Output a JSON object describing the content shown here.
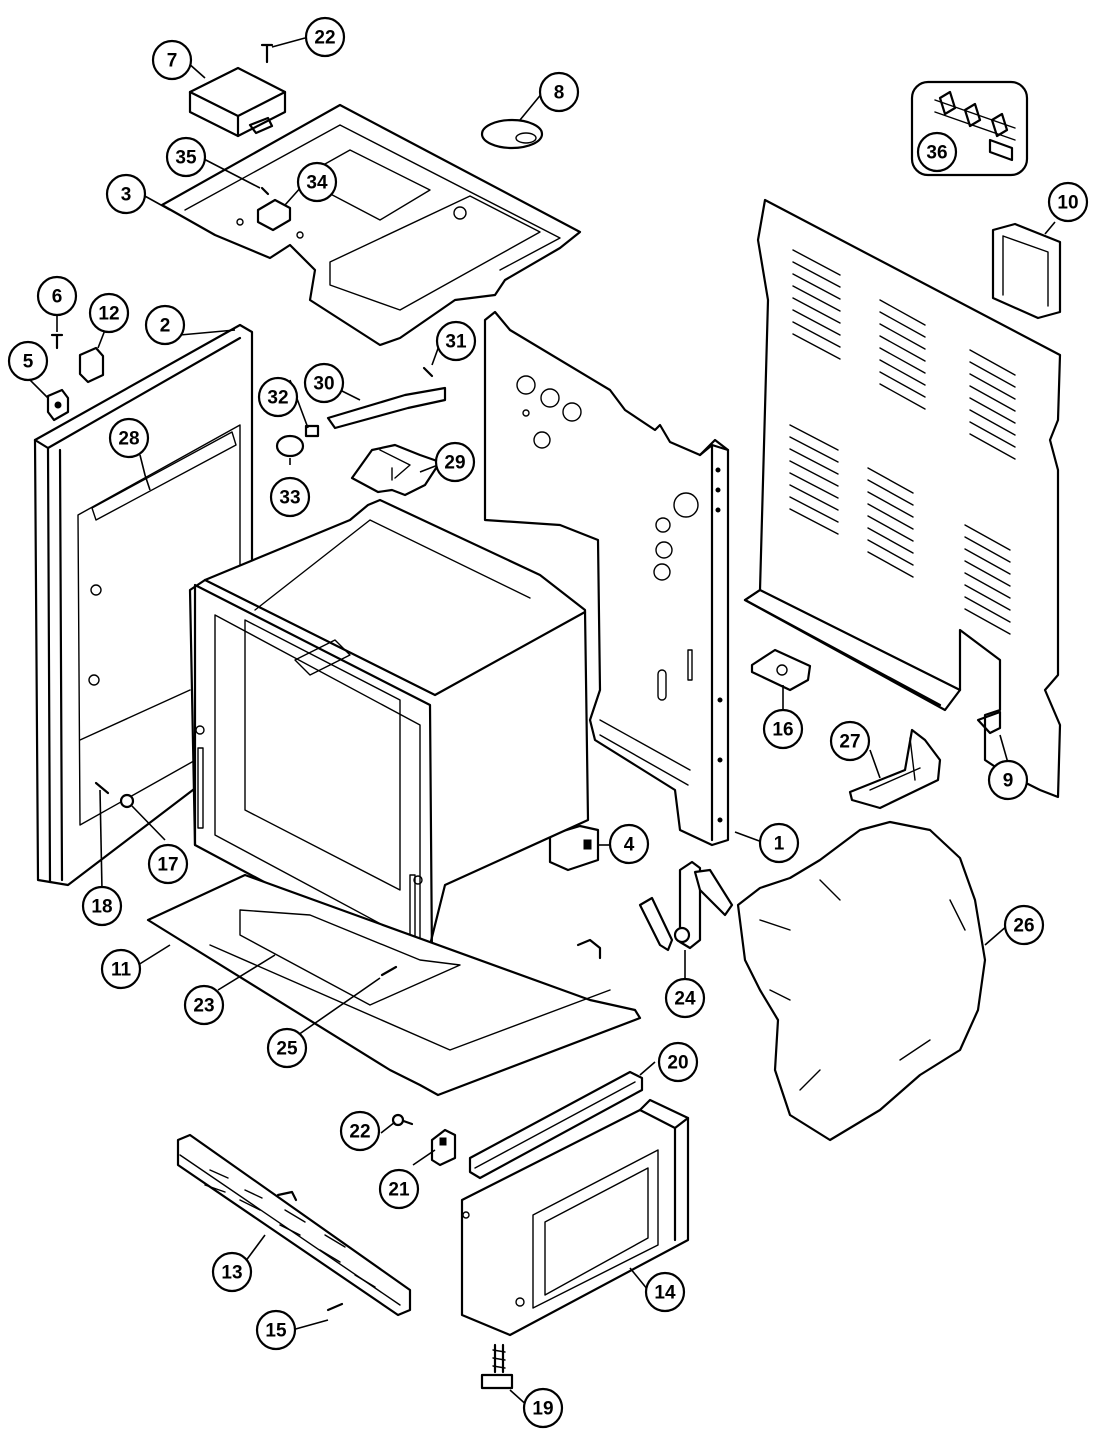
{
  "diagram": {
    "callouts": [
      {
        "id": "22a",
        "label": "22"
      },
      {
        "id": "7",
        "label": "7"
      },
      {
        "id": "8",
        "label": "8"
      },
      {
        "id": "35",
        "label": "35"
      },
      {
        "id": "34",
        "label": "34"
      },
      {
        "id": "3",
        "label": "3"
      },
      {
        "id": "36",
        "label": "36"
      },
      {
        "id": "10",
        "label": "10"
      },
      {
        "id": "6",
        "label": "6"
      },
      {
        "id": "12",
        "label": "12"
      },
      {
        "id": "2",
        "label": "2"
      },
      {
        "id": "5",
        "label": "5"
      },
      {
        "id": "31",
        "label": "31"
      },
      {
        "id": "30",
        "label": "30"
      },
      {
        "id": "32",
        "label": "32"
      },
      {
        "id": "28",
        "label": "28"
      },
      {
        "id": "29",
        "label": "29"
      },
      {
        "id": "33",
        "label": "33"
      },
      {
        "id": "16",
        "label": "16"
      },
      {
        "id": "27",
        "label": "27"
      },
      {
        "id": "9",
        "label": "9"
      },
      {
        "id": "1",
        "label": "1"
      },
      {
        "id": "4",
        "label": "4"
      },
      {
        "id": "17",
        "label": "17"
      },
      {
        "id": "18",
        "label": "18"
      },
      {
        "id": "26",
        "label": "26"
      },
      {
        "id": "11",
        "label": "11"
      },
      {
        "id": "24",
        "label": "24"
      },
      {
        "id": "23",
        "label": "23"
      },
      {
        "id": "25",
        "label": "25"
      },
      {
        "id": "20",
        "label": "20"
      },
      {
        "id": "22b",
        "label": "22"
      },
      {
        "id": "21",
        "label": "21"
      },
      {
        "id": "13",
        "label": "13"
      },
      {
        "id": "14",
        "label": "14"
      },
      {
        "id": "15",
        "label": "15"
      },
      {
        "id": "19",
        "label": "19"
      }
    ]
  }
}
